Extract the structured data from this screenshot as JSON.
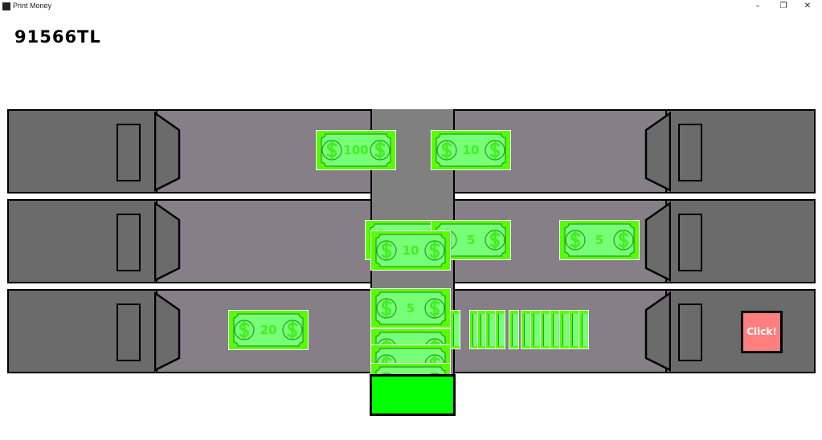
{
  "window": {
    "title": "Print Money",
    "minimize": "–",
    "maximize": "❐",
    "close": "✕"
  },
  "money": "91566TL",
  "bills": [
    "100",
    "10",
    "",
    "5",
    "5",
    "10",
    "20",
    "5",
    "",
    "",
    ""
  ],
  "click_label": "Click!",
  "colors": {
    "bill": "#55ff00",
    "bill_inner": "#77ff77",
    "button": "#ff7f7f",
    "collector": "#00ff00"
  }
}
